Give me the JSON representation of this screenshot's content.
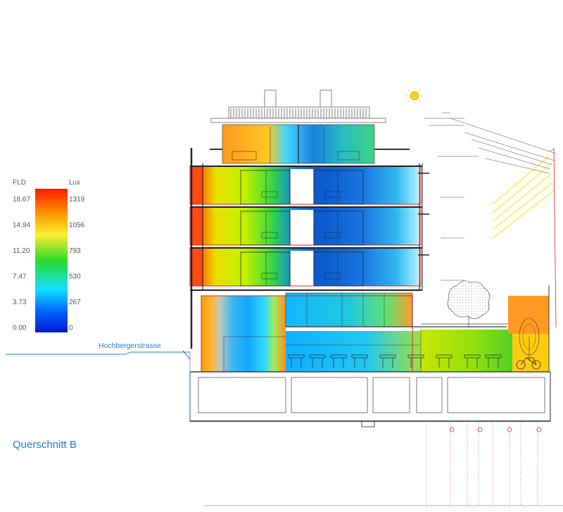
{
  "legend": {
    "left_header": "FLD",
    "right_header": "Lux",
    "left_values": [
      "18.67",
      "14.94",
      "11.20",
      "7.47",
      "3.73",
      "0.00"
    ],
    "right_values": [
      "1319",
      "1056",
      "793",
      "530",
      "267",
      "0"
    ],
    "gradient_colors": [
      "#ff1a00",
      "#ffd200",
      "#ffff40",
      "#22dd22",
      "#10e0ff",
      "#0050ff",
      "#0018e0"
    ]
  },
  "labels": {
    "street": "Hochbergerstrasse",
    "section_title": "Querschnitt B"
  },
  "colors": {
    "label_blue": "#1a7fd0",
    "sun": "#f7cf1a",
    "red_outline": "#e02020",
    "sunray": "#ffee33"
  }
}
